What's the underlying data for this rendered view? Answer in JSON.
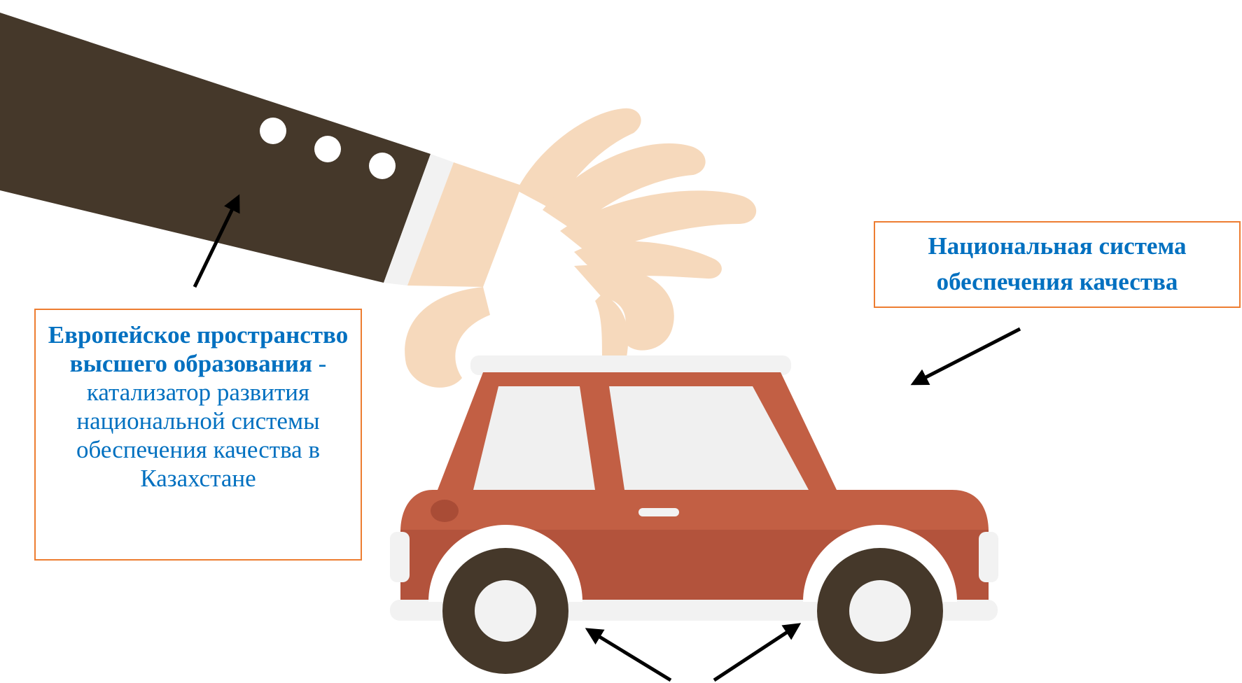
{
  "ehea_box": {
    "title": "Европейское пространство высшего образования",
    "dash": " -",
    "text": "катализатор развития национальной системы обеспечения качества в Казахстане"
  },
  "nqa_box": {
    "text": "Национальная система обеспечения качества"
  },
  "colors": {
    "sleeve": "#45382A",
    "skin": "#F6D9BC",
    "car_body": "#C25F44",
    "car_lower": "#B3533C",
    "window": "#F0F0F0",
    "tire": "#45382A",
    "box_border": "#ED7D31",
    "text": "#0070C0"
  }
}
